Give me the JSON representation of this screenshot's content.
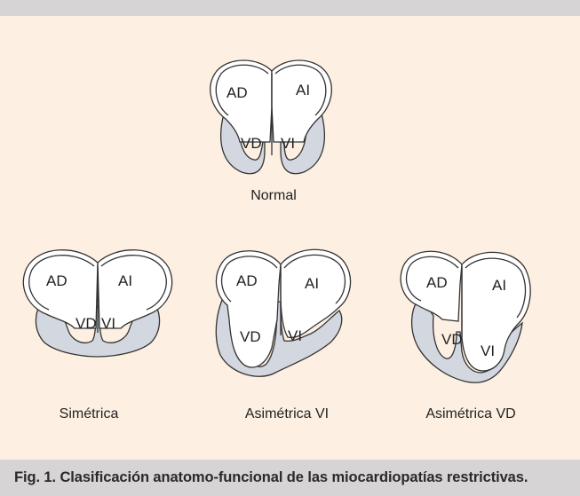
{
  "colors": {
    "panel_background": "#fdf0e2",
    "caption_background": "#d6d4d4",
    "myocardium_fill": "#d3d7df",
    "outline": "#333333"
  },
  "caption": "Fig. 1. Clasificación anatomo-funcional de las miocardiopatías restrictivas.",
  "hearts": {
    "normal": {
      "label": "Normal",
      "ad": "AD",
      "ai": "AI",
      "vd": "VD",
      "vi": "VI"
    },
    "simetrica": {
      "label": "Simétrica",
      "ad": "AD",
      "ai": "AI",
      "vd": "VD",
      "vi": "VI"
    },
    "asim_vi": {
      "label": "Asimétrica VI",
      "ad": "AD",
      "ai": "AI",
      "vd": "VD",
      "vi": "VI"
    },
    "asim_vd": {
      "label": "Asimétrica VD",
      "ad": "AD",
      "ai": "AI",
      "vd": "VD",
      "vi": "VI"
    }
  }
}
